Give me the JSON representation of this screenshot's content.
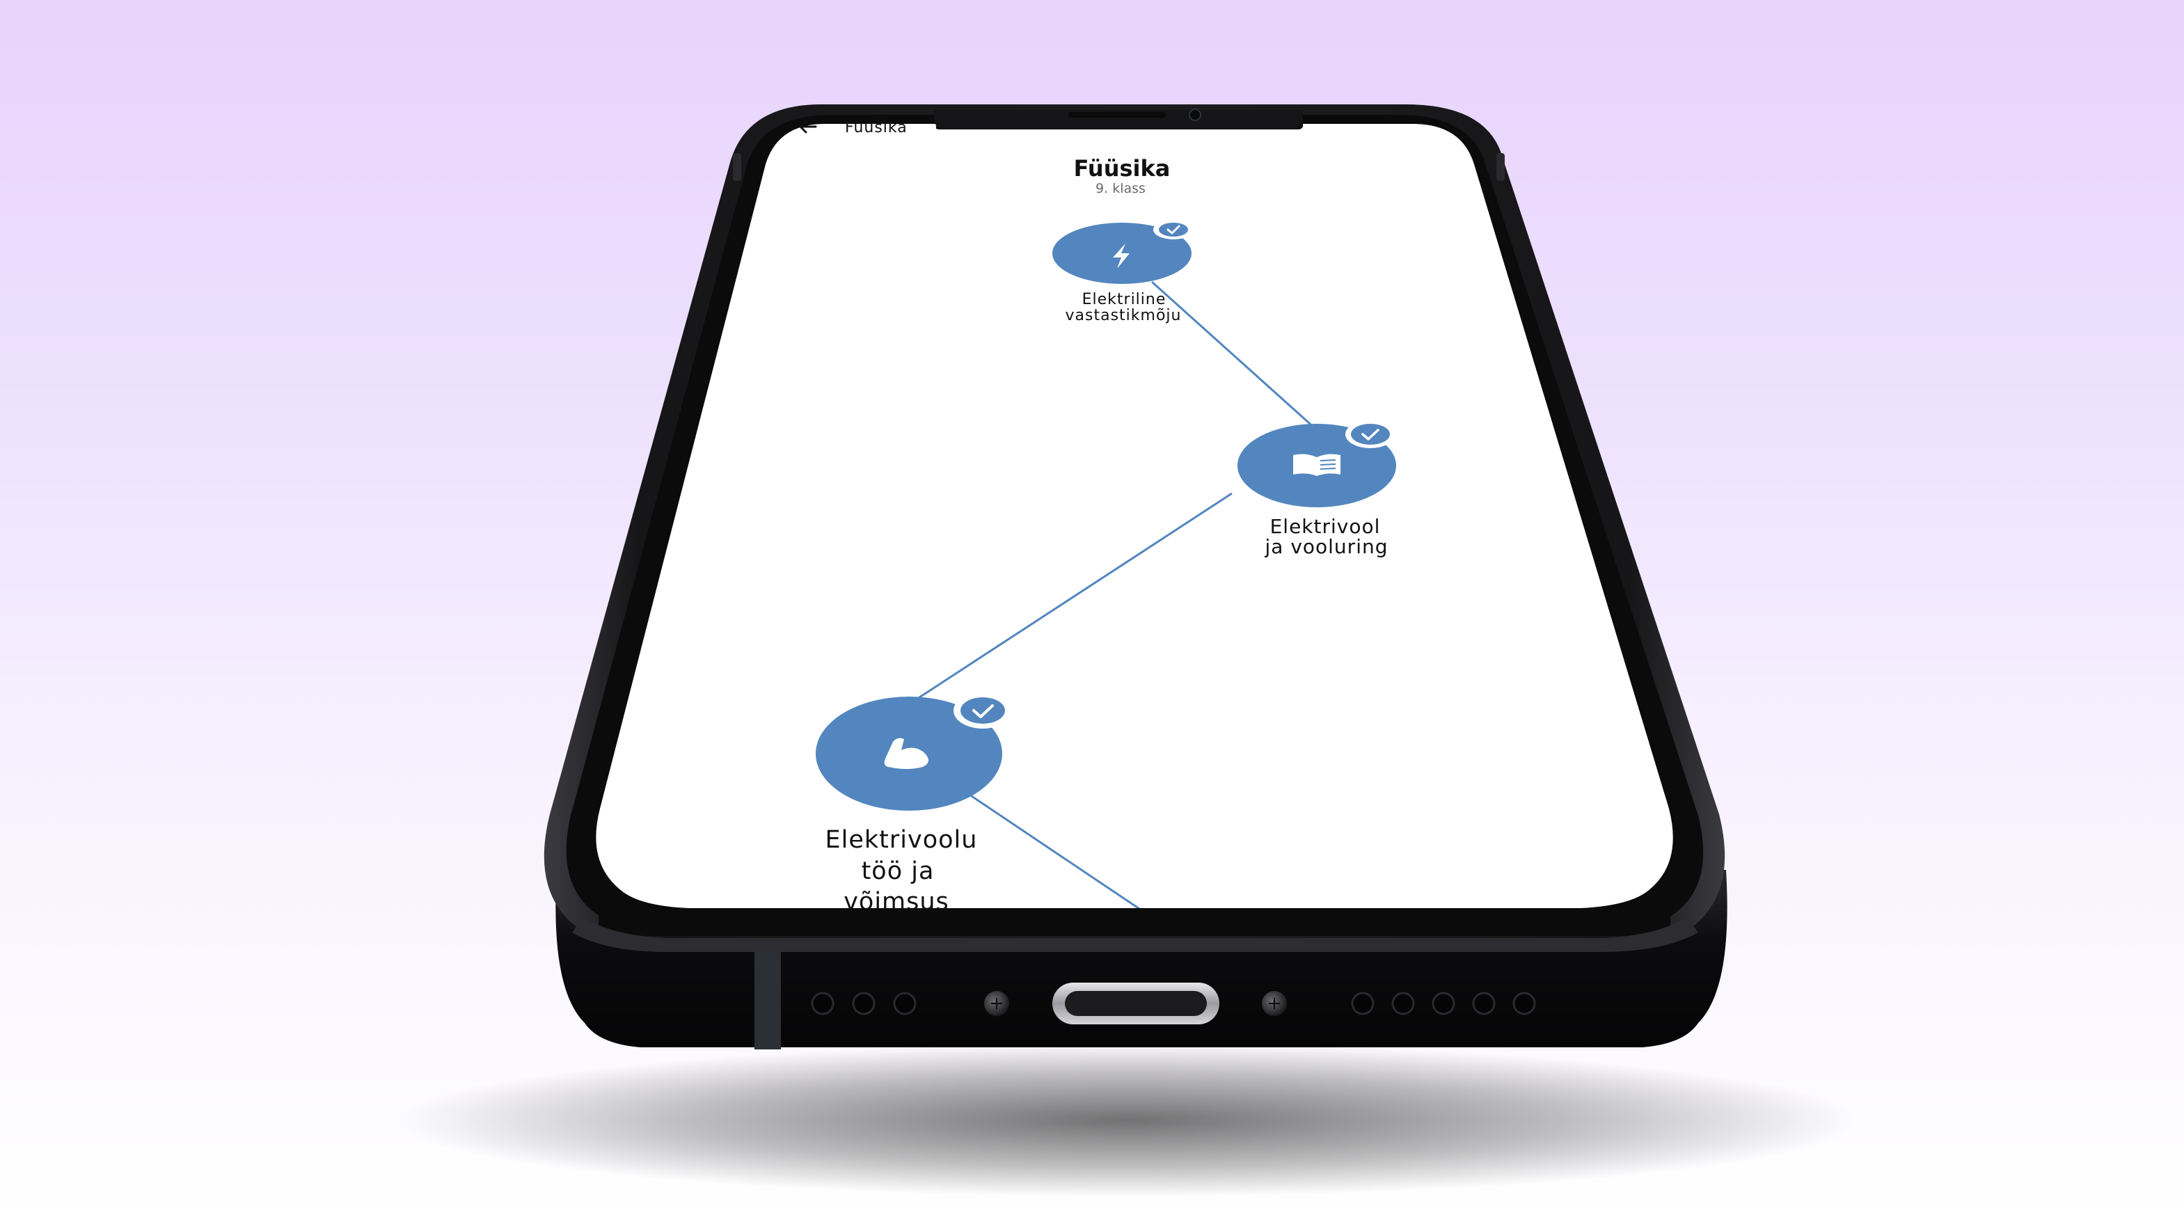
{
  "nav": {
    "back_label": "Füüsika"
  },
  "header": {
    "title": "Füüsika",
    "subtitle": "9. klass"
  },
  "topics": [
    {
      "label_line1": "Elektriline",
      "label_line2": "vastastikmõju",
      "icon": "lightning-icon",
      "status": "completed"
    },
    {
      "label_line1": "Elektrivool",
      "label_line2": "ja vooluring",
      "icon": "book-icon",
      "status": "completed"
    },
    {
      "label_line1": "Elektrivoolu",
      "label_line2": "töö ja",
      "label_line3": "võimsus",
      "icon": "flexed-arm-icon",
      "status": "completed"
    }
  ],
  "colors": {
    "node": "#5386bf",
    "node_border": "#ffffff",
    "path_line": "#5386bf",
    "device_body": "#1a1a1d",
    "screen_bg": "#ffffff",
    "text": "#111111",
    "subtext": "#6b6b6b"
  }
}
